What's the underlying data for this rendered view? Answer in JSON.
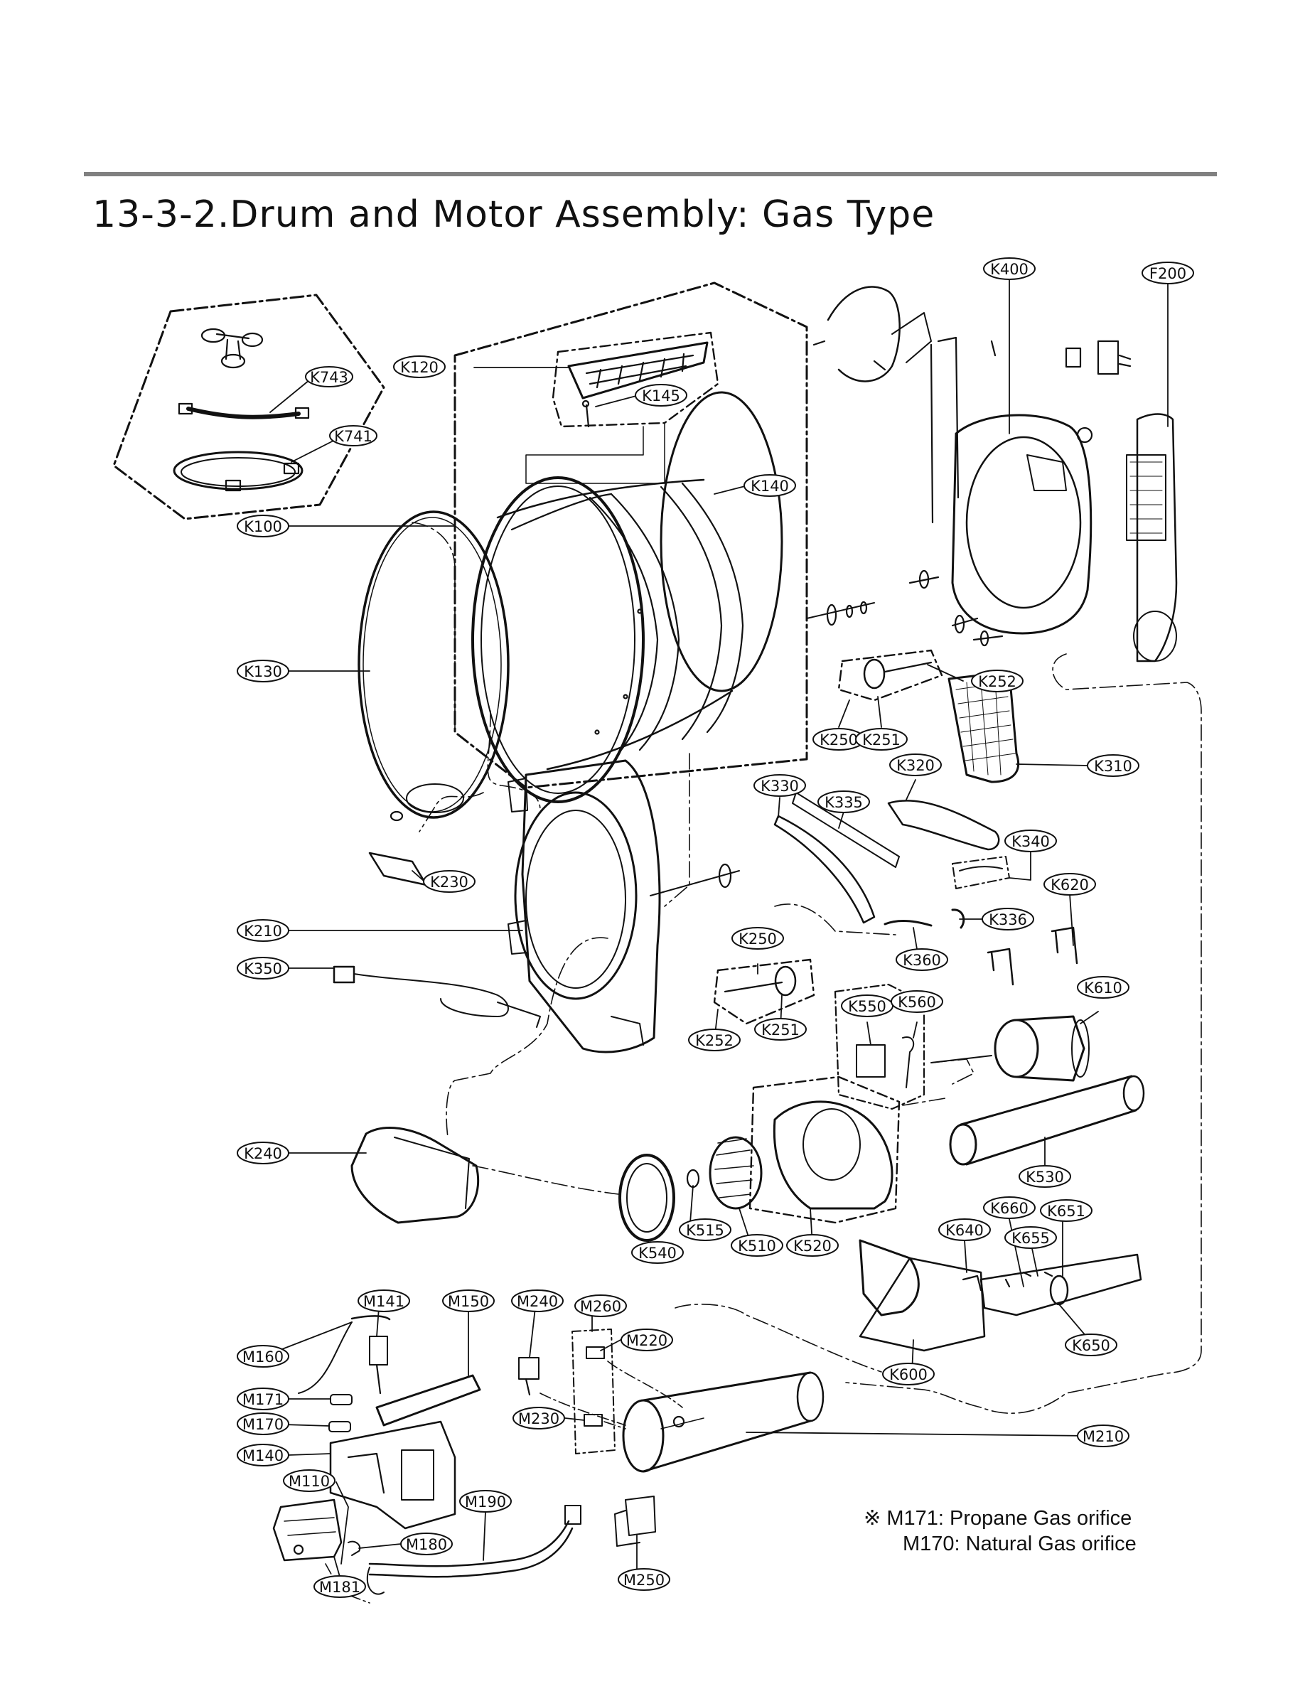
{
  "page": {
    "title": "13-3-2.Drum and Motor Assembly: Gas Type"
  },
  "parts": [
    {
      "id": "K400"
    },
    {
      "id": "F200"
    },
    {
      "id": "K743"
    },
    {
      "id": "K741"
    },
    {
      "id": "K120"
    },
    {
      "id": "K145"
    },
    {
      "id": "K140"
    },
    {
      "id": "K100"
    },
    {
      "id": "K130"
    },
    {
      "id": "K252"
    },
    {
      "id": "K250"
    },
    {
      "id": "K251"
    },
    {
      "id": "K320"
    },
    {
      "id": "K310"
    },
    {
      "id": "K330"
    },
    {
      "id": "K335"
    },
    {
      "id": "K340"
    },
    {
      "id": "K230"
    },
    {
      "id": "K620"
    },
    {
      "id": "K336"
    },
    {
      "id": "K210"
    },
    {
      "id": "K250"
    },
    {
      "id": "K360"
    },
    {
      "id": "K350"
    },
    {
      "id": "K550"
    },
    {
      "id": "K560"
    },
    {
      "id": "K610"
    },
    {
      "id": "K252"
    },
    {
      "id": "K251"
    },
    {
      "id": "K240"
    },
    {
      "id": "K530"
    },
    {
      "id": "K660"
    },
    {
      "id": "K651"
    },
    {
      "id": "K515"
    },
    {
      "id": "K640"
    },
    {
      "id": "K655"
    },
    {
      "id": "K510"
    },
    {
      "id": "K520"
    },
    {
      "id": "K540"
    },
    {
      "id": "M141"
    },
    {
      "id": "M150"
    },
    {
      "id": "M240"
    },
    {
      "id": "M260"
    },
    {
      "id": "M220"
    },
    {
      "id": "K650"
    },
    {
      "id": "M160"
    },
    {
      "id": "K600"
    },
    {
      "id": "M171"
    },
    {
      "id": "M170"
    },
    {
      "id": "M230"
    },
    {
      "id": "M210"
    },
    {
      "id": "M140"
    },
    {
      "id": "M110"
    },
    {
      "id": "M190"
    },
    {
      "id": "M180"
    },
    {
      "id": "M181"
    },
    {
      "id": "M250"
    }
  ],
  "notes": {
    "line1": "※  M171: Propane Gas orifice",
    "line2": "M170: Natural Gas orifice"
  },
  "colors": {
    "line": "#111111",
    "rule": "#808080",
    "background": "#ffffff"
  }
}
